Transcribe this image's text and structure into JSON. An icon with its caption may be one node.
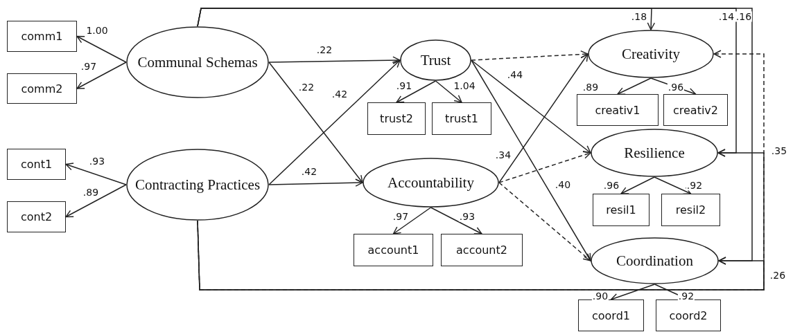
{
  "diagram": {
    "nodes": [
      {
        "text": [
          "comm1"
        ]
      },
      {
        "text": [
          "comm2"
        ]
      },
      {
        "text": [
          "Communal Schemas"
        ]
      },
      {
        "text": [
          "cont1"
        ]
      },
      {
        "text": [
          "cont2"
        ]
      },
      {
        "text": [
          "Contracting Practices"
        ]
      },
      {
        "text": [
          "Trust"
        ]
      },
      {
        "text": [
          "trust2"
        ]
      },
      {
        "text": [
          "trust1"
        ]
      },
      {
        "text": [
          "Accountability"
        ]
      },
      {
        "text": [
          "account1"
        ]
      },
      {
        "text": [
          "account2"
        ]
      },
      {
        "text": [
          "Creativity"
        ]
      },
      {
        "text": [
          "creativ1"
        ]
      },
      {
        "text": [
          "creativ2"
        ]
      },
      {
        "text": [
          "Resilience"
        ]
      },
      {
        "text": [
          "resil1"
        ]
      },
      {
        "text": [
          "resil2"
        ]
      },
      {
        "text": [
          "Coordination"
        ]
      },
      {
        "text": [
          "coord1"
        ]
      },
      {
        "text": [
          "coord2"
        ]
      }
    ],
    "edges": [
      {
        "from": 2,
        "to": 0,
        "arrow": "to",
        "label": "1.00"
      },
      {
        "from": 2,
        "to": 1,
        "arrow": "to",
        "label": ".97"
      },
      {
        "from": 5,
        "to": 3,
        "arrow": "to",
        "label": ".93"
      },
      {
        "from": 5,
        "to": 4,
        "arrow": "to",
        "label": ".89"
      },
      {
        "from": 2,
        "to": 6,
        "arrow": "to",
        "label": ".22"
      },
      {
        "from": 2,
        "to": 9,
        "arrow": "to",
        "label": ".22"
      },
      {
        "from": 5,
        "to": 6,
        "arrow": "to",
        "label": ".42"
      },
      {
        "from": 5,
        "to": 9,
        "arrow": "to",
        "label": ".42"
      },
      {
        "from": 6,
        "to": 7,
        "arrow": "to",
        "label": ".91"
      },
      {
        "from": 6,
        "to": 8,
        "arrow": "to",
        "label": "1.04"
      },
      {
        "from": 9,
        "to": 10,
        "arrow": "to",
        "label": ".97"
      },
      {
        "from": 9,
        "to": 11,
        "arrow": "to",
        "label": ".93"
      },
      {
        "from": 6,
        "to": 12,
        "arrow": "to",
        "style": "dashed"
      },
      {
        "from": 6,
        "to": 15,
        "arrow": "to",
        "label": ".44"
      },
      {
        "from": 6,
        "to": 18,
        "arrow": "to",
        "label": ".40"
      },
      {
        "from": 9,
        "to": 12,
        "arrow": "to",
        "label": ".34"
      },
      {
        "from": 9,
        "to": 15,
        "arrow": "to",
        "style": "dashed"
      },
      {
        "from": 9,
        "to": 18,
        "arrow": "to",
        "style": "dashed"
      },
      {
        "from": 12,
        "to": 13,
        "arrow": "to",
        "label": ".89"
      },
      {
        "from": 12,
        "to": 14,
        "arrow": "to",
        "label": ".96"
      },
      {
        "from": 15,
        "to": 16,
        "arrow": "to",
        "label": ".96"
      },
      {
        "from": 15,
        "to": 17,
        "arrow": "to",
        "label": ".92"
      },
      {
        "from": 18,
        "to": 19,
        "arrow": "to",
        "label": ".90"
      },
      {
        "from": 18,
        "to": 20,
        "arrow": "to",
        "label": ".92"
      },
      {
        "from": 2,
        "to": 12,
        "arrow": "to",
        "label": ".18"
      },
      {
        "from": 2,
        "to": 15,
        "arrow": "to",
        "label": ".14"
      },
      {
        "from": 2,
        "to": 18,
        "arrow": "to",
        "label": ".16"
      },
      {
        "from": 5,
        "to": 12,
        "arrow": "to",
        "style": "dashed"
      },
      {
        "from": 5,
        "to": 15,
        "arrow": "to",
        "label": ".35"
      },
      {
        "from": 5,
        "to": 18,
        "arrow": "to",
        "label": ".26"
      }
    ]
  }
}
